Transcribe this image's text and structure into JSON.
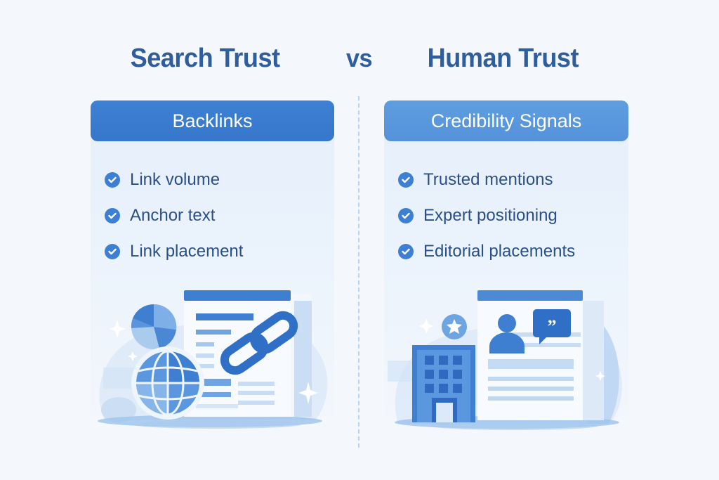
{
  "titles": {
    "left": "Search Trust",
    "vs": "vs",
    "right": "Human Trust"
  },
  "panels": {
    "left": {
      "header": "Backlinks",
      "items": [
        {
          "label": "Link volume",
          "icon": "check-circle-icon"
        },
        {
          "label": "Anchor text",
          "icon": "check-circle-icon"
        },
        {
          "label": "Link placement",
          "icon": "check-circle-icon"
        }
      ],
      "illustration": [
        "pie-chart-icon",
        "webpage-document-icon",
        "chain-link-icon",
        "globe-icon",
        "sparkle-icon"
      ]
    },
    "right": {
      "header": "Credibility Signals",
      "items": [
        {
          "label": "Trusted mentions",
          "icon": "check-circle-icon"
        },
        {
          "label": "Expert positioning",
          "icon": "check-circle-icon"
        },
        {
          "label": "Editorial placements",
          "icon": "check-circle-icon"
        }
      ],
      "illustration": [
        "office-building-icon",
        "star-badge-icon",
        "profile-document-icon",
        "person-avatar-icon",
        "quote-bubble-icon",
        "sparkle-icon"
      ]
    }
  },
  "colors": {
    "title": "#2f5e9e",
    "left_header": "#3a7bcf",
    "right_header": "#5a97dc",
    "check": "#3d7fd3",
    "item_text": "#2a4f88",
    "background": "#f4f7fc",
    "divider": "#b9d3ee"
  }
}
